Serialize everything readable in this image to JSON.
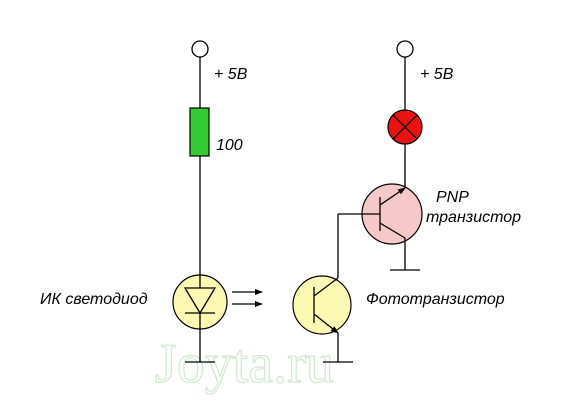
{
  "labels": {
    "supply_left": "+ 5В",
    "supply_right": "+ 5В",
    "resistor_value": "100",
    "led": "ИК светодиод",
    "pnp_line1": "PNP",
    "pnp_line2": "транзистор",
    "phototransistor": "Фототранзистор"
  },
  "watermark": "Joyta.ru",
  "colors": {
    "resistor": "#33cc33",
    "lamp": "#ee1111",
    "led_body": "#fcf9b2",
    "phototransistor_body": "#fcf9b2",
    "pnp_body": "#f6c9c9",
    "watermark_outline": "#cfe9cf"
  },
  "icons": [
    "terminal-circle-icon",
    "resistor-icon",
    "lamp-icon",
    "pnp-transistor-icon",
    "ir-led-icon",
    "phototransistor-icon",
    "ground-icon",
    "ir-arrows-icon"
  ]
}
